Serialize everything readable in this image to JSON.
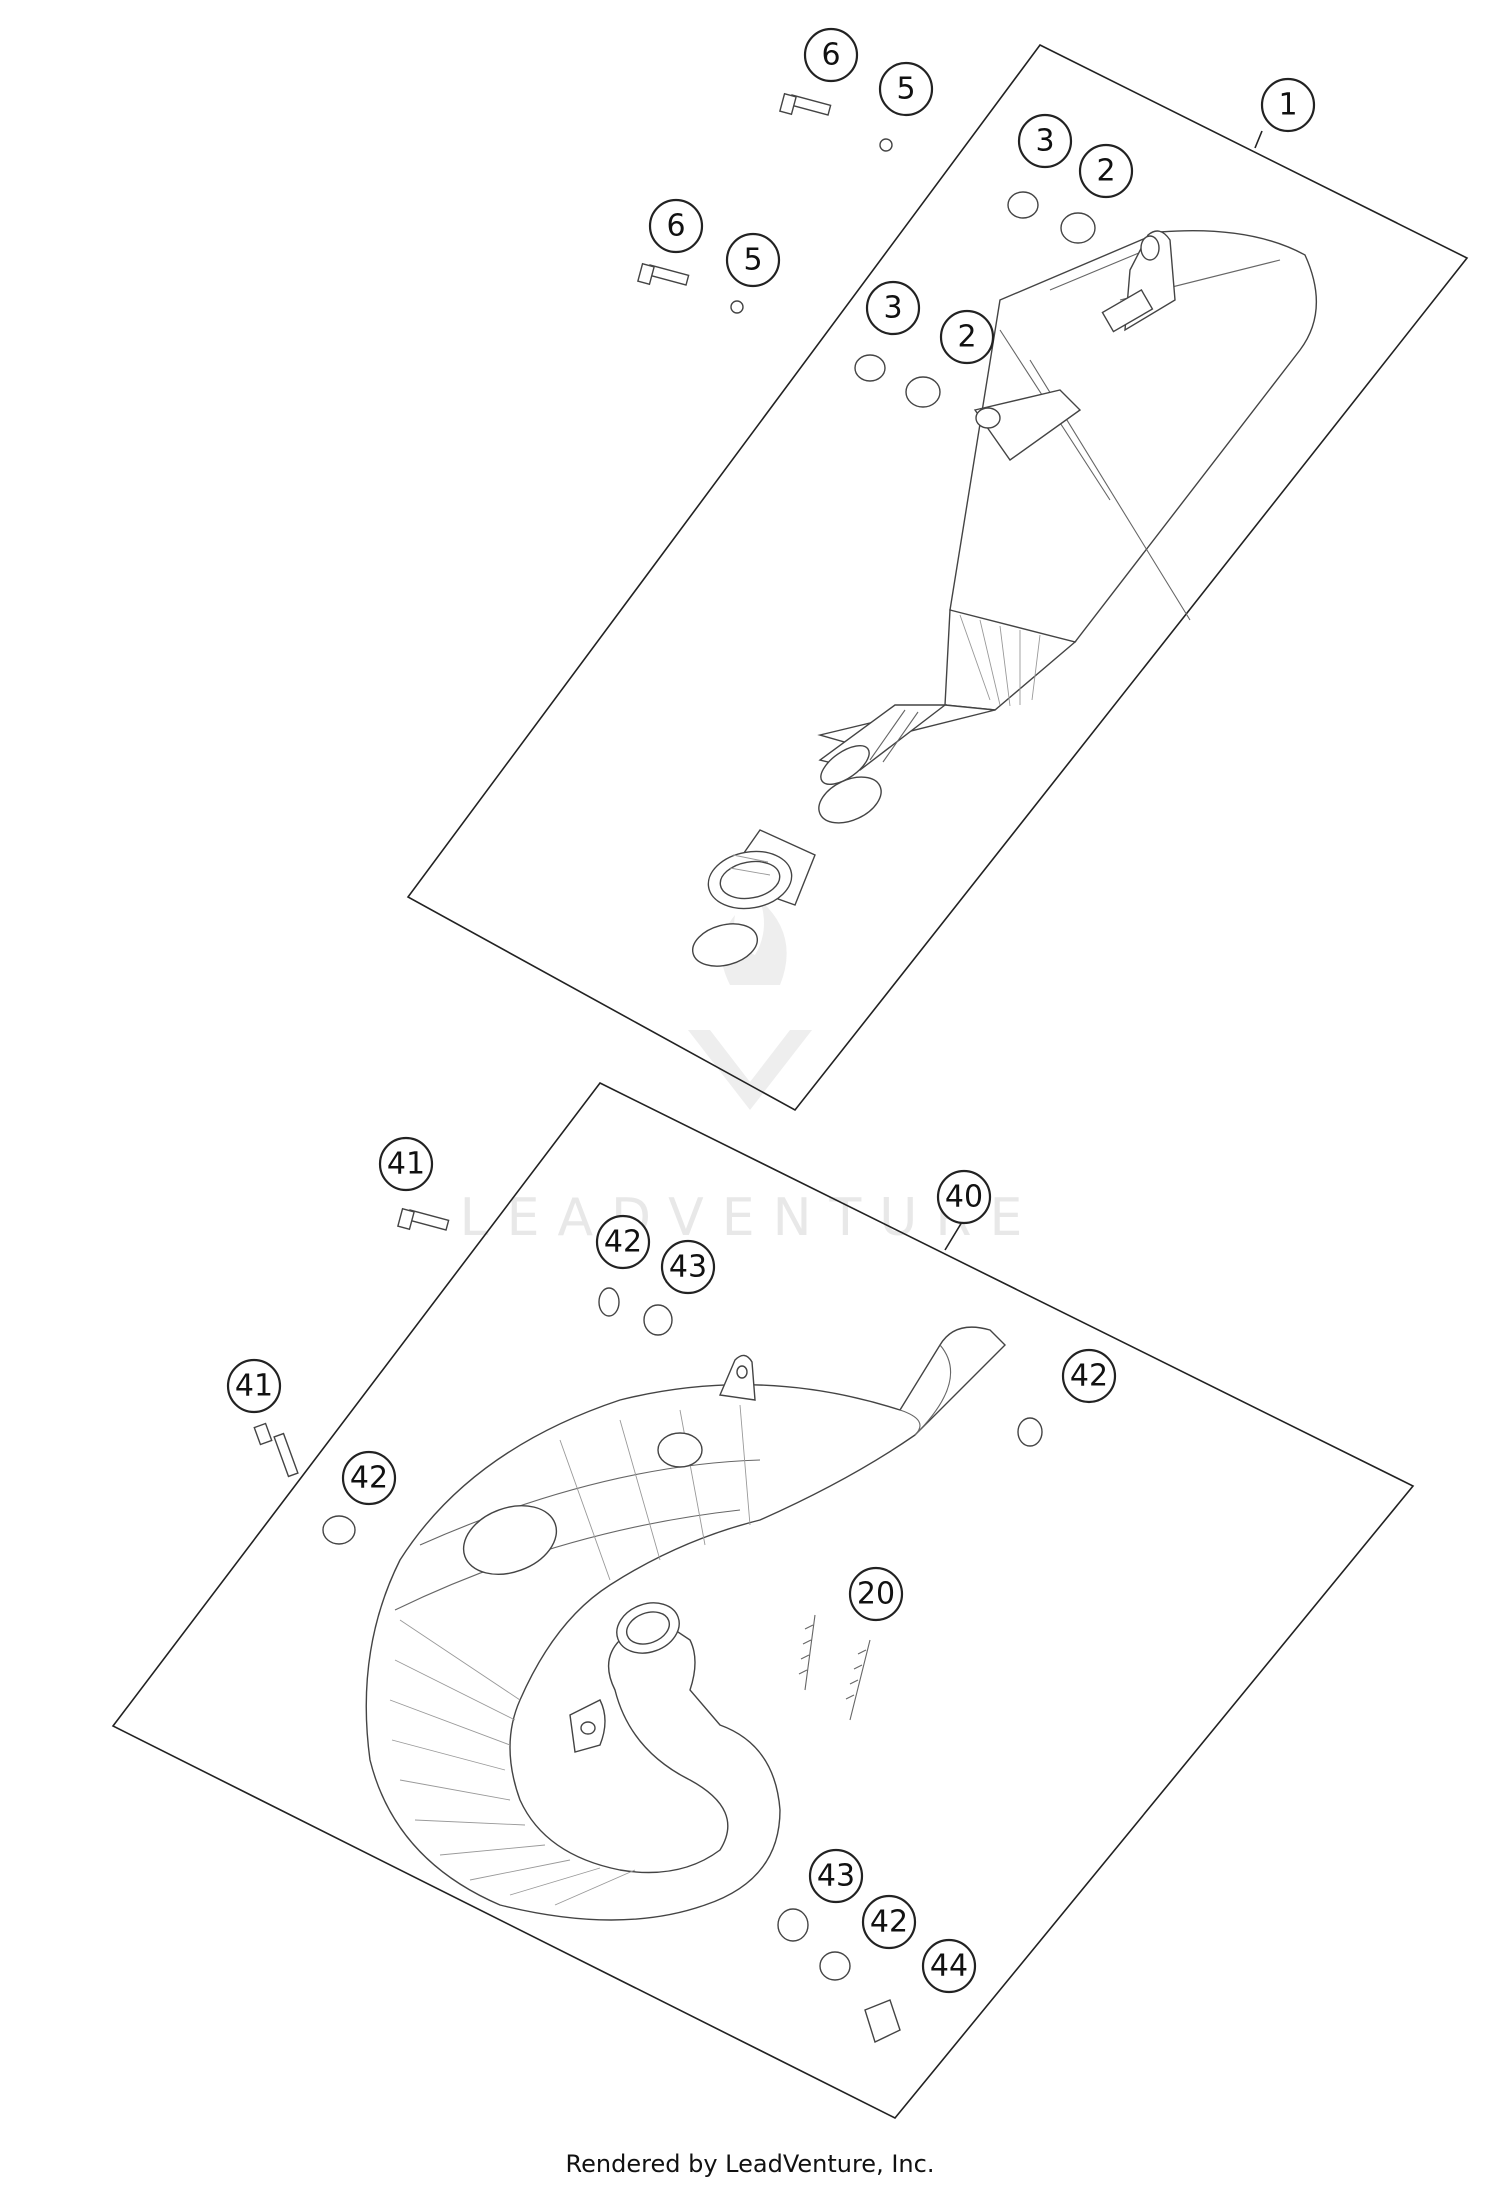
{
  "diagram": {
    "callouts": [
      {
        "id": "c1",
        "label": "1"
      },
      {
        "id": "c2a",
        "label": "2"
      },
      {
        "id": "c2b",
        "label": "2"
      },
      {
        "id": "c3a",
        "label": "3"
      },
      {
        "id": "c3b",
        "label": "3"
      },
      {
        "id": "c5a",
        "label": "5"
      },
      {
        "id": "c5b",
        "label": "5"
      },
      {
        "id": "c6a",
        "label": "6"
      },
      {
        "id": "c6b",
        "label": "6"
      },
      {
        "id": "c20",
        "label": "20"
      },
      {
        "id": "c40",
        "label": "40"
      },
      {
        "id": "c41a",
        "label": "41"
      },
      {
        "id": "c41b",
        "label": "41"
      },
      {
        "id": "c42a",
        "label": "42"
      },
      {
        "id": "c42b",
        "label": "42"
      },
      {
        "id": "c42c",
        "label": "42"
      },
      {
        "id": "c42d",
        "label": "42"
      },
      {
        "id": "c43a",
        "label": "43"
      },
      {
        "id": "c43b",
        "label": "43"
      },
      {
        "id": "c44",
        "label": "44"
      }
    ]
  },
  "watermark": {
    "text": "LEADVENTURE"
  },
  "footer": {
    "text": "Rendered by LeadVenture, Inc."
  }
}
